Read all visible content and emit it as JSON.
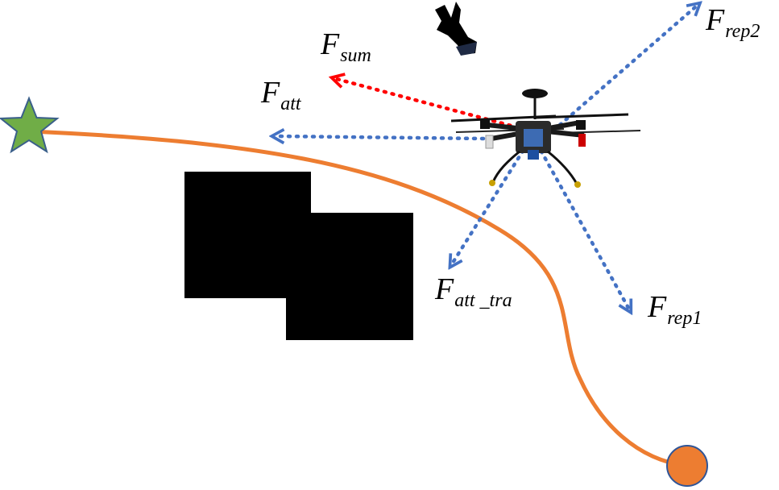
{
  "labels": {
    "f_sum": {
      "main": "F",
      "sub": "sum"
    },
    "f_att": {
      "main": "F",
      "sub": "att"
    },
    "f_rep2": {
      "main": "F",
      "sub": "rep2"
    },
    "f_att_tra": {
      "main": "F",
      "sub": "att _tra"
    },
    "f_rep1": {
      "main": "F",
      "sub": "rep1"
    }
  },
  "colors": {
    "path": "#ED7D31",
    "goal_star": "#70AD47",
    "start_circle": "#ED7D31",
    "force_arrow": "#4472C4",
    "sum_arrow": "#FF0000",
    "obstacle": "#000000",
    "wind_arrow": "#000000"
  },
  "icons": {
    "goal": "star-icon",
    "start": "circle-icon",
    "vehicle": "quadcopter-drone-icon",
    "disturbance": "wind-arrow-icon"
  }
}
